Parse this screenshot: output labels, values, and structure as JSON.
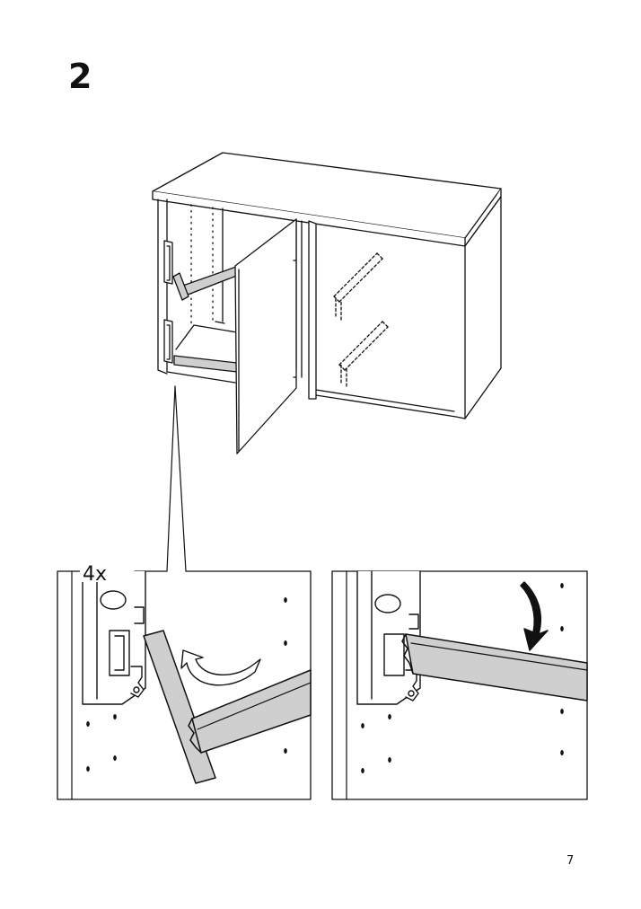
{
  "step": {
    "number": "2"
  },
  "detail_left": {
    "quantity": "4x"
  },
  "footer": {
    "page_number": "7"
  },
  "colors": {
    "line": "#111111",
    "rail_fill": "#cfcfcf",
    "paper": "#ffffff"
  },
  "icons": [
    "rotate-arrow-icon",
    "down-arrow-icon"
  ]
}
